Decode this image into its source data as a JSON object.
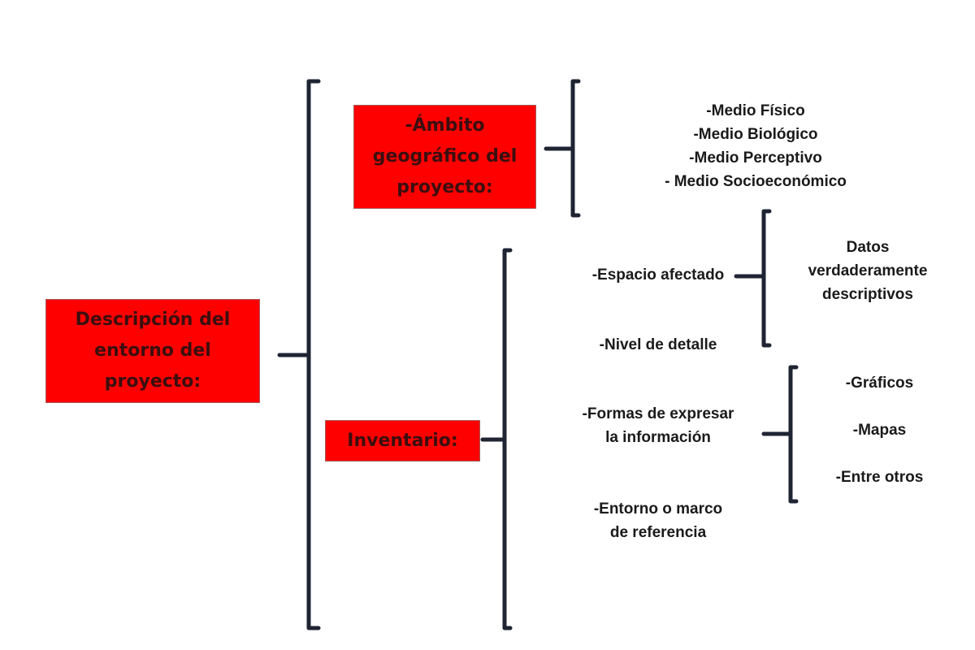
{
  "root": {
    "line1": "Descripción del",
    "line2": "entorno del",
    "line3": "proyecto:"
  },
  "ambito": {
    "line1": "-Ámbito",
    "line2": "geográfico del",
    "line3": "proyecto:"
  },
  "inventario": {
    "label": "Inventario:"
  },
  "medios": [
    "-Medio Físico",
    "-Medio Biológico",
    "-Medio Perceptivo",
    "- Medio Socioeconómico"
  ],
  "inventory_items": {
    "espacio": "-Espacio afectado",
    "nivel": "-Nivel de detalle",
    "formas_1": "-Formas de expresar",
    "formas_2": "la información",
    "entorno_1": "-Entorno o marco",
    "entorno_2": "de referencia"
  },
  "datos": {
    "line1": "Datos",
    "line2": "verdaderamente",
    "line3": "descriptivos"
  },
  "formas_options": [
    "-Gráficos",
    "-Mapas",
    "-Entre otros"
  ],
  "colors": {
    "box_fill": "#ff0000",
    "bracket": "#1f2433",
    "box_text": "#3a0f10"
  }
}
